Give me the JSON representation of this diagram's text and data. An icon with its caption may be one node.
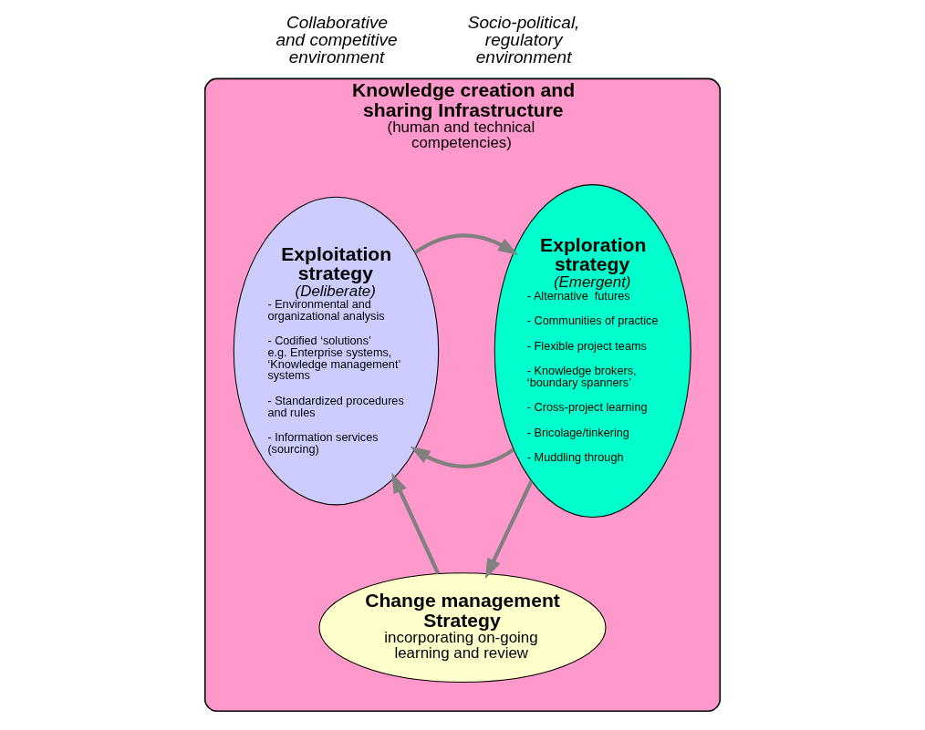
{
  "diagram": {
    "nodes": [
      {
        "text": [
          "Knowledge creation and sharing Infrastructure",
          "(human and technical competencies)"
        ]
      },
      {
        "text": [
          "Exploitation strategy",
          "(Deliberate)",
          "- Environmental and organizational analysis",
          "- Codified ‘solutions’ e.g. Enterprise systems, ‘Knowledge management’ systems",
          "- Standardized procedures and rules",
          "- Information services (sourcing)"
        ],
        "in": 0
      },
      {
        "text": [
          "Exploration strategy",
          "(Emergent)",
          "- Alternative  futures",
          "- Communities of practice",
          "- Flexible project teams",
          "- Knowledge brokers, ‘boundary spanners’",
          "- Cross-project learning",
          "- Bricolage/tinkering",
          "- Muddling through"
        ],
        "in": 0
      },
      {
        "text": [
          "Change management Strategy",
          "incorporating on-going learning and review"
        ],
        "in": 0
      }
    ],
    "edges": [
      {
        "from": 2,
        "to": 1,
        "arrow": "to"
      },
      {
        "from": 1,
        "to": 2,
        "arrow": "to"
      },
      {
        "from": 2,
        "to": 3,
        "arrow": "to"
      },
      {
        "from": 3,
        "to": 1,
        "arrow": "to"
      }
    ],
    "labels": [
      "Collaborative and competitive environment",
      "Socio-political, regulatory environment"
    ]
  }
}
